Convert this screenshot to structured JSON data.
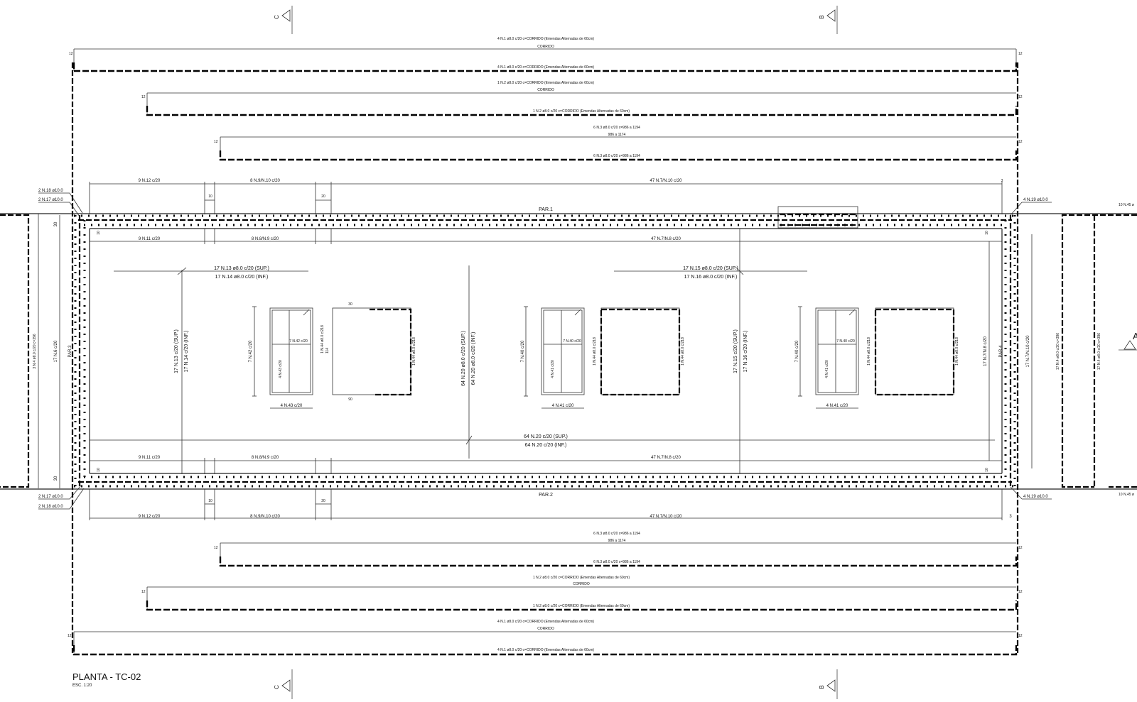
{
  "drawing": {
    "title": "PLANTA - TC-02",
    "scale": "ESC. 1:20"
  },
  "sections": {
    "c_top": "C",
    "b_top": "B",
    "c_bottom": "C",
    "b_bottom": "B",
    "a_right": "A"
  },
  "bars_top": {
    "n1_top": "4 N.1 ø8.0 c/20 c=CORRIDO (Emendas Alternadas de 60cm)",
    "n1_corrido": "CORRIDO",
    "n1_bot": "4 N.1 ø8.0 c/20 c=CORRIDO (Emendas Alternadas de 60cm)",
    "n2_top": "1 N.2 ø8.0 c/20 c=CORRIDO (Emendas Alternadas de 60cm)",
    "n2_corrido": "CORRIDO",
    "n2_bot": "1 N.2 ø8.0 c/20 c=CORRIDO (Emendas Alternadas de 60cm)",
    "n3_top": "6 N.3 ø8.0 c/20 c=986 a 1194",
    "n3_range": "986 a 1174",
    "n3_bot": "6 N.3 ø8.0 c/20 c=986 a 1194"
  },
  "bars_bottom": {
    "n3_top": "6 N.3 ø8.0 c/20 c=986 a 1194",
    "n3_range": "986 a 1174",
    "n3_bot": "6 N.3 ø8.0 c/20 c=986 a 1194",
    "n2_top": "1 N.2 ø8.0 c/20 c=CORRIDO (Emendas Alternadas de 60cm)",
    "n2_corrido": "CORRIDO",
    "n2_bot": "1 N.2 ø8.0 c/20 c=CORRIDO (Emendas Alternadas de 60cm)",
    "n1_top": "4 N.1 ø8.0 c/20 c=CORRIDO (Emendas Alternadas de 60cm)",
    "n1_corrido": "CORRIDO",
    "n1_bot": "4 N.1 ø8.0 c/20 c=CORRIDO (Emendas Alternadas de 60cm)"
  },
  "hooks": {
    "h12": "12"
  },
  "top_beam": {
    "n12": "9 N.12 c/20",
    "n9n10": "8 N.9/N.10 c/20",
    "n7n10": "47 N.7/N.10 c/20",
    "d10": "10",
    "d20": "20",
    "d3": "3",
    "n18": "2 N.18 ø10.0",
    "n17": "2 N.17 ø10.0",
    "n19": "4 N.19 ø10.0",
    "par1": "PAR.1",
    "d30": "30",
    "d10b": "10",
    "d10c": "10",
    "n11": "9 N.11 c/20",
    "n8n9": "8 N.8/N.9 c/20",
    "n7n8": "47 N.7/N.8 c/20"
  },
  "bottom_beam": {
    "n11": "9 N.11 c/20",
    "n8n9": "8 N.8/N.9 c/20",
    "n7n8": "47 N.7/N.8 c/20",
    "d10": "10",
    "d10b": "10",
    "d30": "30",
    "n17": "2 N.17 ø10.0",
    "n18": "2 N.18 ø10.0",
    "n19": "4 N.19 ø10.0",
    "par2": "PAR.2",
    "d10c": "10",
    "d20": "20",
    "n12": "9 N.12 c/20",
    "n9n10": "8 N.9/N.10 c/20",
    "n7n10": "47 N.7/N.10 c/20",
    "d3": "3"
  },
  "slab": {
    "n13": "17 N.13 ø8.0 c/20 (SUP.)",
    "n14": "17 N.14 ø8.0 c/20 (INF.)",
    "n15": "17 N.15 ø8.0 c/20 (SUP.)",
    "n16": "17 N.16 ø8.0 c/20 (INF.)",
    "n20s": "64 N.20 c/20 (SUP.)",
    "n20i": "64 N.20 c/20 (INF.)",
    "v13": "17 N.13 c/20 (SUP.)",
    "v14": "17 N.14 c/20 (INF.)",
    "v20s": "64 N.20 ø8.0 c/20 (SUP.)",
    "v20i": "64 N.20 ø8.0 c/20 (INF.)",
    "v15": "17 N.15 c/20 (SUP.)",
    "v16": "17 N.16 c/20 (INF.)",
    "n6": "17 N.6 c/20",
    "par3": "PAR.3",
    "n7n8v": "17 N.7/N.8 c/20",
    "par4": "PAR.4",
    "n7n10v": "17 N.7/N.10 c/20",
    "left_n4": "3 N.4 ø8.0 c/20 c=396",
    "right_n4a": "17 N.4 ø8.0 c/20 c=396",
    "right_n4b": "17 N.4 ø8.0 c/20 c=396",
    "n45_top": "10 N.45 ø",
    "n45_bot": "10 N.45 ø"
  },
  "openings": {
    "o1_n42": "7 N.42 c/20",
    "o1_n42b": "7 N.42 c/20",
    "o1_n43v": "4 N.43 c/20",
    "o1_n43": "4 N.43 c/20",
    "o1_n44": "1 N.44 ø8.0 c/218",
    "o1_n44b": "114",
    "o1_n44r": "1 N.44 ø8.0 c/218",
    "o1_d30": "30",
    "o1_d90": "90",
    "o2_n40": "7 N.40 c/20",
    "o2_n40b": "7 N.40 c/20",
    "o2_n41v": "4 N.41 c/20",
    "o2_n41": "4 N.41 c/20",
    "o2_n44": "1 N.44 ø8.0 c/218",
    "o2_n44r": "1 N.44 ø8.0 c/218",
    "o3_n40": "7 N.40 c/20",
    "o3_n40b": "7 N.40 c/20",
    "o3_n41v": "4 N.41 c/20",
    "o3_n41": "4 N.41 c/20",
    "o3_n44": "1 N.44 ø8.0 c/218",
    "o3_n44r": "1 N.44 ø8.0 c/218"
  }
}
